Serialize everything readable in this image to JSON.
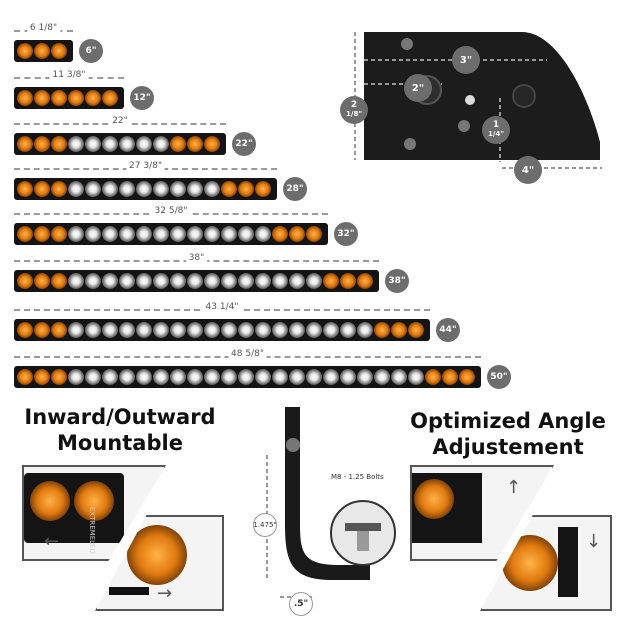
{
  "bars": [
    {
      "length_label": "6 1/8\"",
      "size_label": "6\"",
      "leds": [
        "amber",
        "amber",
        "amber"
      ]
    },
    {
      "length_label": "11 3/8\"",
      "size_label": "12\"",
      "leds": [
        "amber",
        "amber",
        "amber",
        "amber",
        "amber",
        "amber"
      ]
    },
    {
      "length_label": "22\"",
      "size_label": "22\"",
      "leds": [
        "amber",
        "amber",
        "amber",
        "white",
        "white",
        "white",
        "white",
        "white",
        "white",
        "amber",
        "amber",
        "amber"
      ]
    },
    {
      "length_label": "27 3/8\"",
      "size_label": "28\"",
      "leds": [
        "amber",
        "amber",
        "amber",
        "white",
        "white",
        "white",
        "white",
        "white",
        "white",
        "white",
        "white",
        "white",
        "amber",
        "amber",
        "amber"
      ]
    },
    {
      "length_label": "32 5/8\"",
      "size_label": "32\"",
      "leds": [
        "amber",
        "amber",
        "amber",
        "white",
        "white",
        "white",
        "white",
        "white",
        "white",
        "white",
        "white",
        "white",
        "white",
        "white",
        "white",
        "amber",
        "amber",
        "amber"
      ]
    },
    {
      "length_label": "38\"",
      "size_label": "38\"",
      "leds": [
        "amber",
        "amber",
        "amber",
        "white",
        "white",
        "white",
        "white",
        "white",
        "white",
        "white",
        "white",
        "white",
        "white",
        "white",
        "white",
        "white",
        "white",
        "white",
        "amber",
        "amber",
        "amber"
      ]
    },
    {
      "length_label": "43 1/4\"",
      "size_label": "44\"",
      "leds": [
        "amber",
        "amber",
        "amber",
        "white",
        "white",
        "white",
        "white",
        "white",
        "white",
        "white",
        "white",
        "white",
        "white",
        "white",
        "white",
        "white",
        "white",
        "white",
        "white",
        "white",
        "white",
        "amber",
        "amber",
        "amber"
      ]
    },
    {
      "length_label": "48 5/8\"",
      "size_label": "50\"",
      "leds": [
        "amber",
        "amber",
        "amber",
        "white",
        "white",
        "white",
        "white",
        "white",
        "white",
        "white",
        "white",
        "white",
        "white",
        "white",
        "white",
        "white",
        "white",
        "white",
        "white",
        "white",
        "white",
        "white",
        "white",
        "white",
        "amber",
        "amber",
        "amber"
      ]
    }
  ],
  "end_cap": {
    "width_label": "3\"",
    "hole_label": "2\"",
    "height_label_line1": "2",
    "height_label_line2": "1/8\"",
    "slot_label_line1": "1",
    "slot_label_line2": "1/4\"",
    "depth_label": "4\""
  },
  "features": {
    "mount_title_line1": "Inward/Outward",
    "mount_title_line2": "Mountable",
    "angle_title_line1": "Optimized Angle",
    "angle_title_line2": "Adjustement",
    "bracket_height_label": "1.475\"",
    "bracket_width_label": ".5\"",
    "bolt_label": "M8 - 1.25 Bolts",
    "brand_text": "EXTREMELED"
  },
  "colors": {
    "amber": "#e07a10",
    "badge": "#6d6d6d",
    "bar_body": "#141414"
  }
}
